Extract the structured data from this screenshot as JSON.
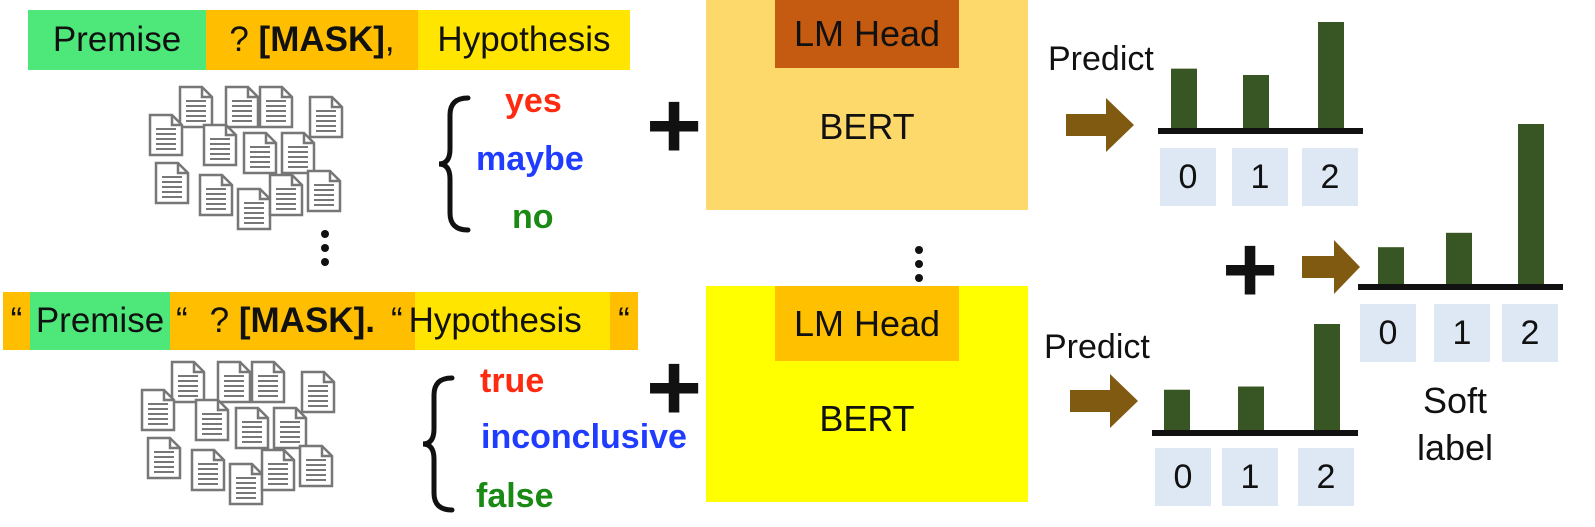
{
  "row1": {
    "premise": "Premise",
    "mask_prefix": "? ",
    "mask_token": "[MASK]",
    "mask_suffix": ",",
    "hypothesis": "Hypothesis",
    "verbalizers": [
      "yes",
      "maybe",
      "no"
    ]
  },
  "row2": {
    "quote_open": "“",
    "premise": "Premise",
    "quote_close_1": "“",
    "mask_prefix": "? ",
    "mask_token": "[MASK].",
    "quote_open_2": "“",
    "hypothesis": "Hypothesis",
    "quote_close_2": "“",
    "verbalizers": [
      "true",
      "inconclusive",
      "false"
    ]
  },
  "model": {
    "head_label": "LM Head",
    "body_label": "BERT"
  },
  "predict_label": "Predict",
  "plus_symbol": "+",
  "soft_label_line1": "Soft",
  "soft_label_line2": "label",
  "colors": {
    "premise_green": "#4de879",
    "mask_orange": "#ffbf00",
    "hypothesis_yellow": "#ffe500",
    "model1_body": "#fdd86a",
    "model1_head": "#c55a11",
    "model2_body": "#ffff00",
    "model2_head": "#ffc000",
    "bar_green": "#375623",
    "arrow_brown": "#7f5a10",
    "tick_bg": "#dde8f4",
    "yes_red": "#ff2b10",
    "maybe_blue": "#1f3cff",
    "no_green": "#1a8a14"
  },
  "chart_data": [
    {
      "type": "bar",
      "categories": [
        "0",
        "1",
        "2"
      ],
      "values": [
        0.56,
        0.5,
        1.0
      ],
      "xlabel": "",
      "ylabel": ""
    },
    {
      "type": "bar",
      "categories": [
        "0",
        "1",
        "2"
      ],
      "values": [
        0.38,
        0.41,
        1.0
      ],
      "xlabel": "",
      "ylabel": ""
    },
    {
      "type": "bar",
      "categories": [
        "0",
        "1",
        "2"
      ],
      "values": [
        0.23,
        0.32,
        1.0
      ],
      "xlabel": "",
      "ylabel": ""
    }
  ]
}
